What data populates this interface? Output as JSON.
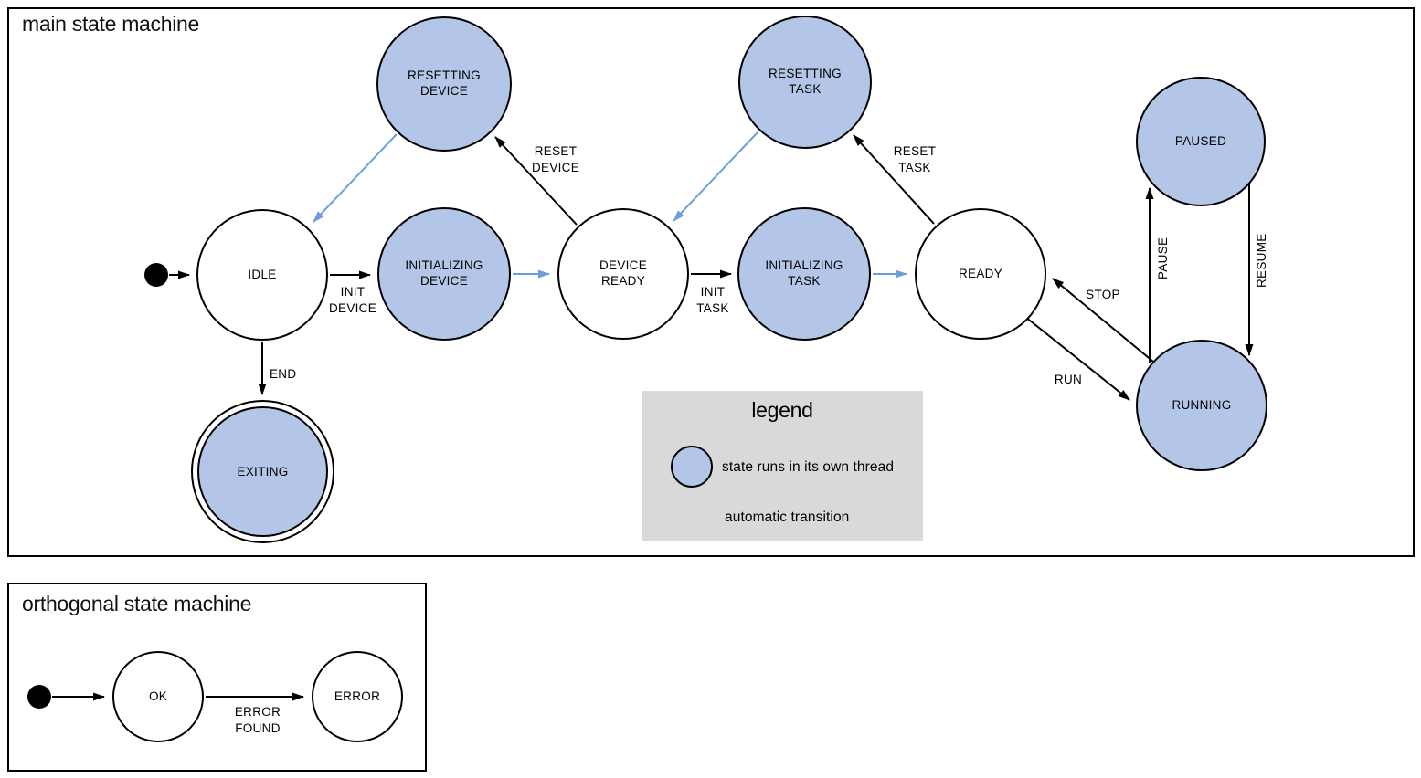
{
  "colors": {
    "threaded_state_fill": "#b3c6e7",
    "state_border": "#000000",
    "automatic_transition_arrow": "#6d9eda",
    "normal_transition_arrow": "#000000",
    "legend_background": "#d9d9d9"
  },
  "main_machine": {
    "title": "main state machine",
    "states": {
      "idle": {
        "label": "IDLE",
        "threaded": false
      },
      "resetting_device": {
        "label": "RESETTING DEVICE",
        "threaded": true
      },
      "initializing_device": {
        "label": "INITIALIZING DEVICE",
        "threaded": true
      },
      "device_ready": {
        "label": "DEVICE READY",
        "threaded": false
      },
      "resetting_task": {
        "label": "RESETTING TASK",
        "threaded": true
      },
      "initializing_task": {
        "label": "INITIALIZING TASK",
        "threaded": true
      },
      "ready": {
        "label": "READY",
        "threaded": false
      },
      "paused": {
        "label": "PAUSED",
        "threaded": true
      },
      "running": {
        "label": "RUNNING",
        "threaded": true
      },
      "exiting": {
        "label": "EXITING",
        "threaded": true,
        "final_state": true
      }
    },
    "transitions": {
      "init_device": {
        "label": "INIT DEVICE",
        "from": "IDLE",
        "to": "INITIALIZING DEVICE"
      },
      "reset_device": {
        "label": "RESET DEVICE",
        "from": "DEVICE READY",
        "to": "RESETTING DEVICE"
      },
      "init_task": {
        "label": "INIT TASK",
        "from": "DEVICE READY",
        "to": "INITIALIZING TASK"
      },
      "reset_task": {
        "label": "RESET TASK",
        "from": "READY",
        "to": "RESETTING TASK"
      },
      "run": {
        "label": "RUN",
        "from": "READY",
        "to": "RUNNING"
      },
      "stop": {
        "label": "STOP",
        "from": "RUNNING",
        "to": "READY"
      },
      "pause": {
        "label": "PAUSE",
        "from": "RUNNING",
        "to": "PAUSED"
      },
      "resume": {
        "label": "RESUME",
        "from": "PAUSED",
        "to": "RUNNING"
      },
      "end": {
        "label": "END",
        "from": "IDLE",
        "to": "EXITING"
      }
    }
  },
  "legend": {
    "title": "legend",
    "thread_item": "state runs in its own thread",
    "auto_item": "automatic transition"
  },
  "orthogonal_machine": {
    "title": "orthogonal state machine",
    "states": {
      "ok": {
        "label": "OK",
        "threaded": false
      },
      "error": {
        "label": "ERROR",
        "threaded": false
      }
    },
    "transitions": {
      "error_found": {
        "label": "ERROR FOUND",
        "from": "OK",
        "to": "ERROR"
      }
    }
  }
}
